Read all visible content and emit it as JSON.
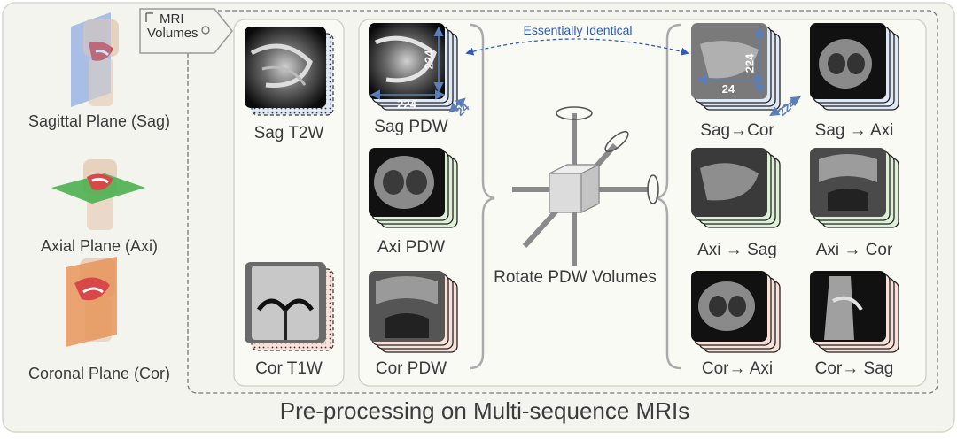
{
  "title": "Pre-processing on Multi-sequence MRIs",
  "volumes_tab": {
    "line1": "MRI",
    "line2": "Volumes"
  },
  "planes": [
    {
      "name": "sagittal",
      "label": "Sagittal Plane (Sag)"
    },
    {
      "name": "axial",
      "label": "Axial Plane (Axi)"
    },
    {
      "name": "coronal",
      "label": "Coronal Plane (Cor)"
    }
  ],
  "other_sequences": [
    {
      "label": "Sag T2W"
    },
    {
      "label": "Cor T1W"
    }
  ],
  "pdw_volumes": [
    {
      "label": "Sag PDW"
    },
    {
      "label": "Axi PDW"
    },
    {
      "label": "Cor PDW"
    }
  ],
  "dimensions": {
    "width": "224",
    "height": "224",
    "depth": "24",
    "rot_height": "224",
    "rot_width": "24",
    "rot_depth": "224"
  },
  "rotate_label": "Rotate PDW Volumes",
  "essentially_identical": "Essentially Identical",
  "rotated_volumes": [
    {
      "label": "Sag→Cor"
    },
    {
      "label": "Sag → Axi"
    },
    {
      "label": "Axi → Sag"
    },
    {
      "label": "Axi → Cor"
    },
    {
      "label": "Cor→ Axi"
    },
    {
      "label": "Cor→ Sag"
    }
  ],
  "colors": {
    "panel_bg": "#f4f4ee",
    "inner_bg": "#fafaf5",
    "dim_arrow": "#5a7fb8",
    "essentially_identical": "#2f5db4",
    "cube": "#dcdcdc",
    "stack_green": "#dff0d8",
    "stack_pink": "#f7e1d9",
    "stack_blue": "#dfe8f5",
    "plane_blue": "#8aa8e0",
    "plane_green": "#4caf50",
    "plane_orange": "#e8955a",
    "bone": "#e6d2bf"
  }
}
